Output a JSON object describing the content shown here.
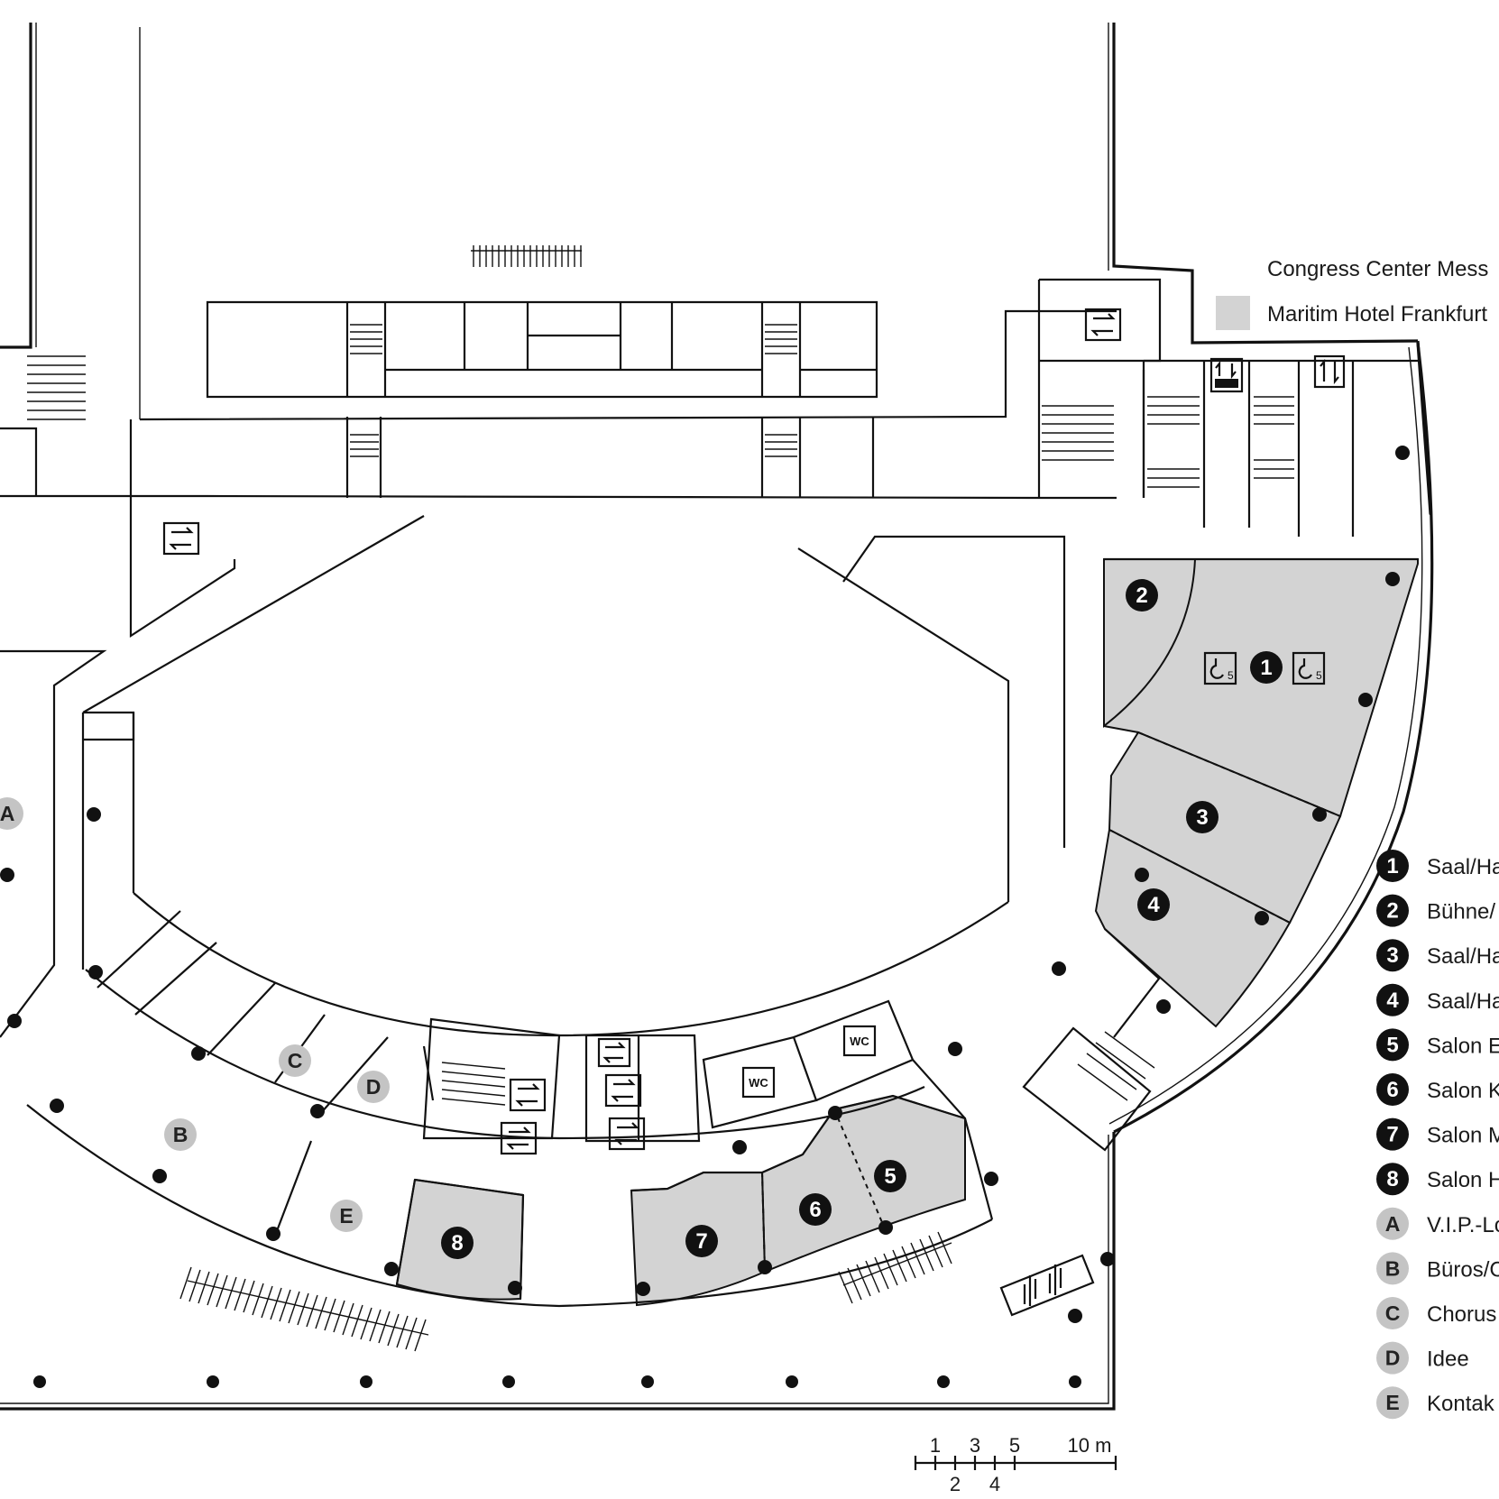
{
  "legend": {
    "items": [
      {
        "badge": "1",
        "label": "Saal/Ha",
        "style": "dark"
      },
      {
        "badge": "2",
        "label": "Bühne/",
        "style": "dark"
      },
      {
        "badge": "3",
        "label": "Saal/Ha",
        "style": "dark"
      },
      {
        "badge": "4",
        "label": "Saal/Ha",
        "style": "dark"
      },
      {
        "badge": "5",
        "label": "Salon E",
        "style": "dark"
      },
      {
        "badge": "6",
        "label": "Salon K",
        "style": "dark"
      },
      {
        "badge": "7",
        "label": "Salon M",
        "style": "dark"
      },
      {
        "badge": "8",
        "label": "Salon H",
        "style": "dark"
      },
      {
        "badge": "A",
        "label": "V.I.P.-Lo",
        "style": "grey"
      },
      {
        "badge": "B",
        "label": "Büros/C",
        "style": "grey"
      },
      {
        "badge": "C",
        "label": "Chorus",
        "style": "grey"
      },
      {
        "badge": "D",
        "label": "Idee",
        "style": "grey"
      },
      {
        "badge": "E",
        "label": "Kontak",
        "style": "grey"
      }
    ]
  },
  "key": {
    "building_1": "Congress Center Mess",
    "building_2": "Maritim Hotel Frankfurt"
  },
  "rooms": {
    "r1": "1",
    "r2": "2",
    "r3": "3",
    "r4": "4",
    "r5": "5",
    "r6": "6",
    "r7": "7",
    "r8": "8",
    "rA": "A",
    "rB": "B",
    "rC": "C",
    "rD": "D",
    "rE": "E"
  },
  "symbols": {
    "wc_1": "WC",
    "wc_2": "WC",
    "hook_sub": "5"
  },
  "scale": {
    "top_labels": [
      "1",
      "3",
      "5",
      "10 m"
    ],
    "bottom_labels": [
      "2",
      "4"
    ]
  },
  "colors": {
    "shaded_area": "#d3d3d3",
    "badge_dark": "#111111",
    "badge_grey": "#c4c4c4",
    "line": "#111111"
  }
}
